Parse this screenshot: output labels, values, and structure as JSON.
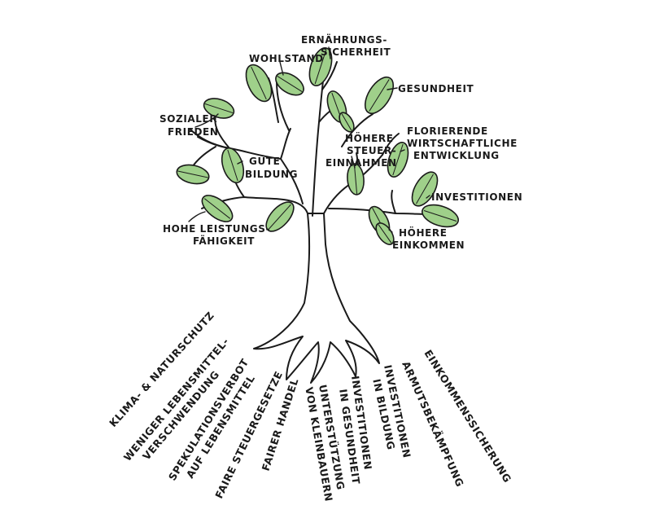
{
  "colors": {
    "leaf": "#9fd08a",
    "ink": "#1a1a1a",
    "background": "#ffffff"
  },
  "branches": {
    "ernaehrung_1": "ERNÄHRUNGS-",
    "ernaehrung_2": "SICHERHEIT",
    "wohlstand": "WOHLSTAND",
    "gesundheit": "GESUNDHEIT",
    "sozialer_1": "SOZIALER",
    "sozialer_2": "FRIEDEN",
    "steuer_1": "HÖHERE",
    "steuer_2": "STEUER-",
    "steuer_3": "EINNAHMEN",
    "wirtschaft_1": "FLORIERENDE",
    "wirtschaft_2": "WIRTSCHAFTLICHE",
    "wirtschaft_3": "ENTWICKLUNG",
    "bildung_1": "GUTE",
    "bildung_2": "BILDUNG",
    "investitionen": "INVESTITIONEN",
    "leistung_1": "HOHE LEISTUNGS-",
    "leistung_2": "FÄHIGKEIT",
    "einkommen_1": "HÖHERE",
    "einkommen_2": "EINKOMMEN"
  },
  "roots": {
    "klima": "KLIMA- & NATURSCHUTZ",
    "lebensmittel_1": "WENIGER LEBENSMITTEL-",
    "lebensmittel_2": "VERSCHWENDUNG",
    "spekulation_1": "SPEKULATIONSVERBOT",
    "spekulation_2": "AUF LEBENSMITTEL",
    "steuergesetze": "FAIRE STEUERGESETZE",
    "handel": "FAIRER HANDEL",
    "klein_1": "UNTERSTÜTZUNG",
    "klein_2": "VON KLEINBAUERN",
    "invgesund_1": "INVESTITIONEN",
    "invgesund_2": "IN GESUNDHEIT",
    "invbildung_1": "INVESTITIONEN",
    "invbildung_2": "IN BILDUNG",
    "armut": "ARMUTSBEKÄMPFUNG",
    "einkommen": "EINKOMMENSSICHERUNG"
  }
}
